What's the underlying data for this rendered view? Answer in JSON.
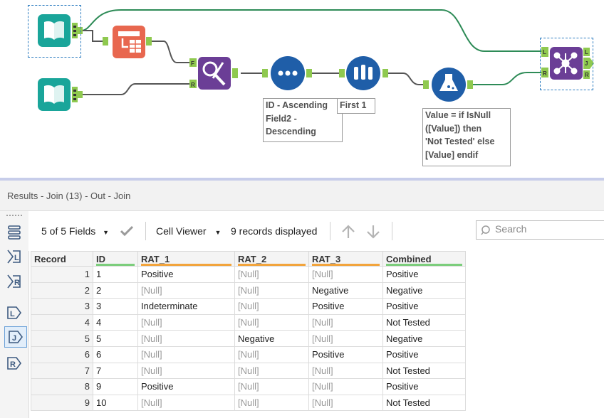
{
  "canvas": {
    "background": "#ffffff",
    "tools": [
      {
        "name": "input-data-1",
        "icon": "book-icon",
        "color": "#1aa59a"
      },
      {
        "name": "input-data-2",
        "icon": "book-icon",
        "color": "#1aa59a"
      },
      {
        "name": "text-to-columns",
        "icon": "split-columns-icon",
        "color": "#e8674f"
      },
      {
        "name": "find-replace",
        "icon": "find-replace-icon",
        "color": "#6b3e96"
      },
      {
        "name": "sort",
        "icon": "sort-dots-icon",
        "color": "#1f5ea8"
      },
      {
        "name": "sample",
        "icon": "sample-tubes-icon",
        "color": "#1f5ea8"
      },
      {
        "name": "formula",
        "icon": "flask-icon",
        "color": "#1f5ea8"
      },
      {
        "name": "join",
        "icon": "join-icon",
        "color": "#6b3e96"
      }
    ],
    "anchors": {
      "F": "F",
      "R": "R",
      "L": "L",
      "J": "J"
    },
    "annotations": {
      "sort": [
        "ID - Ascending",
        "Field2 -",
        "Descending"
      ],
      "sample": [
        "First 1"
      ],
      "formula": [
        "Value = if IsNull",
        "([Value]) then",
        "'Not Tested' else",
        "[Value] endif"
      ]
    }
  },
  "results": {
    "title": "Results - Join (13) - Out - Join",
    "fields_selector": "5 of 5 Fields",
    "viewer_selector": "Cell Viewer",
    "records_displayed": "9 records displayed",
    "search_placeholder": "Search",
    "side_buttons": [
      "grid-icon",
      "join-left-in-icon",
      "join-right-in-icon",
      "left-output-icon",
      "join-output-icon",
      "right-output-icon"
    ],
    "columns": [
      "Record",
      "ID",
      "RAT_1",
      "RAT_2",
      "RAT_3",
      "Combined"
    ],
    "column_underline_colors": {
      "ID": "#7ccd7c",
      "RAT_1": "#f2a43c",
      "RAT_2": "#f2a43c",
      "RAT_3": "#f2a43c",
      "Combined": "#7ccd7c"
    },
    "null_text_color": "#9a9a9a",
    "rows": [
      [
        "1",
        "1",
        "Positive",
        "[Null]",
        "[Null]",
        "Positive"
      ],
      [
        "2",
        "2",
        "[Null]",
        "[Null]",
        "Negative",
        "Negative"
      ],
      [
        "3",
        "3",
        "Indeterminate",
        "[Null]",
        "Positive",
        "Positive"
      ],
      [
        "4",
        "4",
        "[Null]",
        "[Null]",
        "[Null]",
        "Not Tested"
      ],
      [
        "5",
        "5",
        "[Null]",
        "Negative",
        "[Null]",
        "Negative"
      ],
      [
        "6",
        "6",
        "[Null]",
        "[Null]",
        "Positive",
        "Positive"
      ],
      [
        "7",
        "7",
        "[Null]",
        "[Null]",
        "[Null]",
        "Not Tested"
      ],
      [
        "8",
        "9",
        "Positive",
        "[Null]",
        "[Null]",
        "Positive"
      ],
      [
        "9",
        "10",
        "[Null]",
        "[Null]",
        "[Null]",
        "Not Tested"
      ]
    ]
  }
}
